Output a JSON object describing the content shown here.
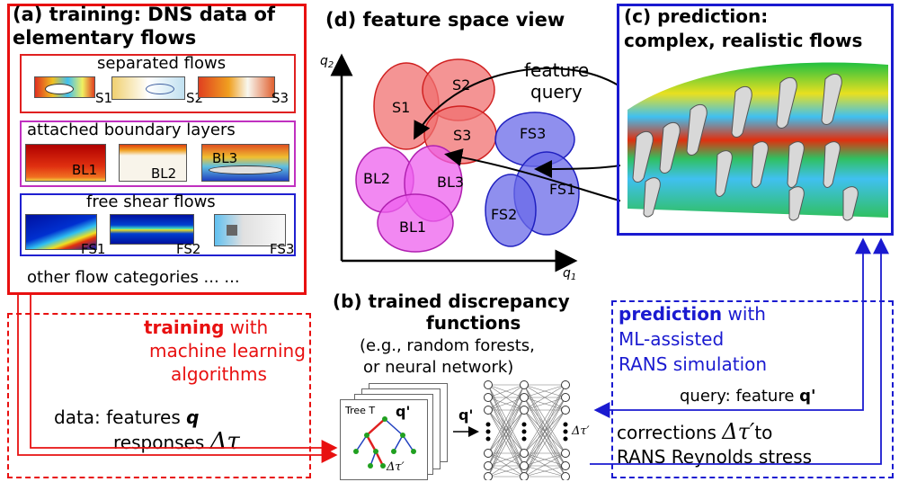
{
  "panel_a": {
    "title_line1": "(a) training: DNS data of",
    "title_line2": "elementary flows",
    "groups": [
      {
        "title": "separated flows",
        "cases": [
          "S1",
          "S2",
          "S3"
        ],
        "color": "#e02020"
      },
      {
        "title": "attached boundary layers",
        "cases": [
          "BL1",
          "BL2",
          "BL3"
        ],
        "color": "#c030c0"
      },
      {
        "title": "free shear flows",
        "cases": [
          "FS1",
          "FS2",
          "FS3"
        ],
        "color": "#2020d0"
      }
    ],
    "other": "other flow categories ... ..."
  },
  "panel_d": {
    "title": "(d) feature space view",
    "axis_y": "q",
    "axis_y_sub": "2",
    "axis_x": "q",
    "axis_x_sub": "1",
    "query_line1": "feature",
    "query_line2": "query",
    "ellipses_s": [
      "S1",
      "S2",
      "S3"
    ],
    "ellipses_bl": [
      "BL2",
      "BL3",
      "BL1"
    ],
    "ellipses_fs": [
      "FS3",
      "FS1",
      "FS2"
    ],
    "colors": {
      "s": "#f07070",
      "bl": "#ee60ee",
      "fs": "#6a6ae8"
    }
  },
  "panel_c": {
    "title_line1": "(c) prediction:",
    "title_line2": "complex, realistic flows"
  },
  "panel_b": {
    "title_line1": "(b) trained discrepancy",
    "title_line2": "functions",
    "sub_line1": "(e.g., random forests,",
    "sub_line2": "or neural network)",
    "tree_label": "Tree T",
    "q_prime": "q'",
    "delta_tau_prime": "Δτ′"
  },
  "training_box": {
    "word": "training",
    "rest": " with",
    "line2": "machine learning",
    "line3": "algorithms",
    "data_line": "data: features ",
    "q": "q",
    "responses": "responses ",
    "delta_tau": "Δτ"
  },
  "prediction_box": {
    "word": "prediction",
    "rest": " with",
    "line2": "ML-assisted",
    "line3": "RANS simulation",
    "query": "query: feature ",
    "q_prime": "q'",
    "corrections": "corrections ",
    "delta_tau_prime": "Δτ′",
    "to": "to",
    "reynolds": "RANS Reynolds stress"
  },
  "colors": {
    "red": "#e81010",
    "blue": "#1a1ad0",
    "magenta": "#c030c0"
  }
}
